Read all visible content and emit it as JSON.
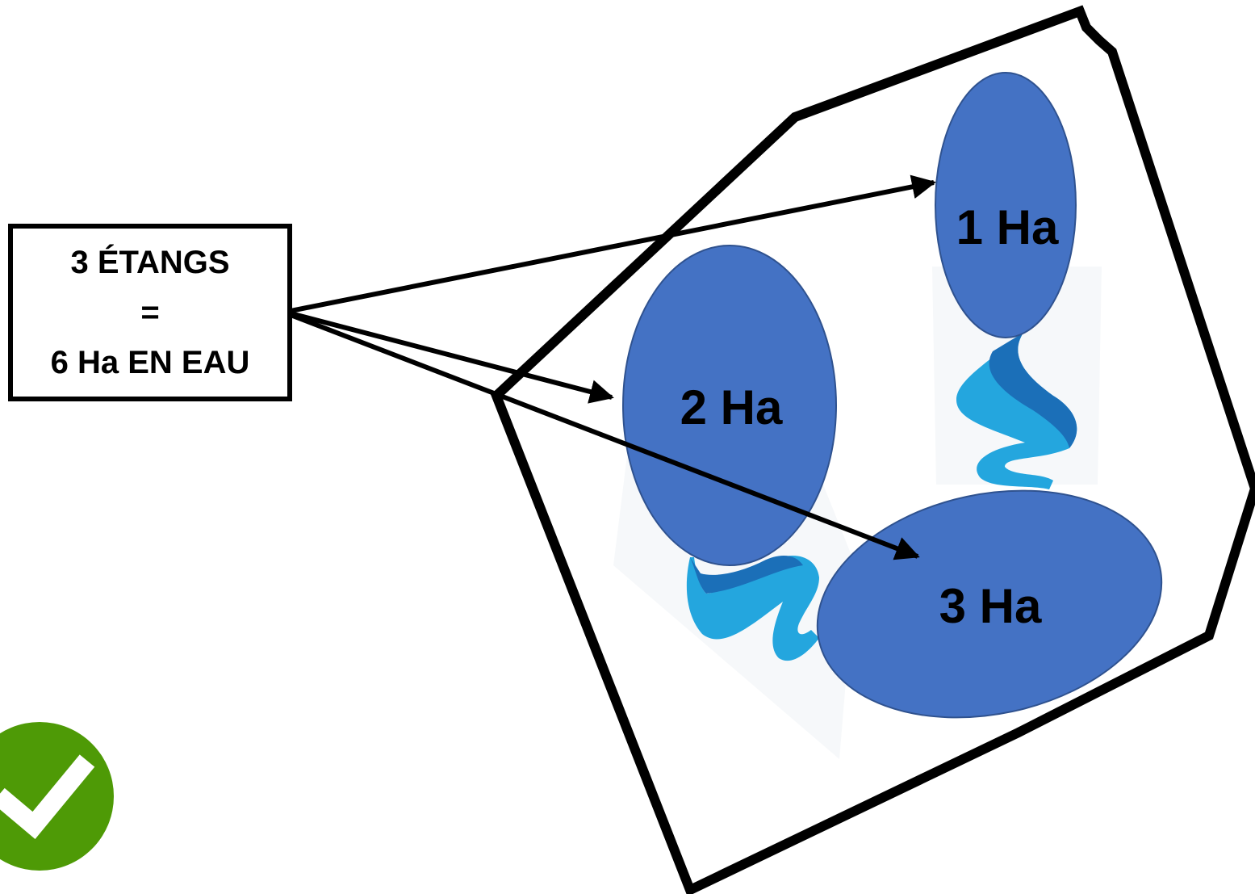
{
  "summary": {
    "line1": "3 ÉTANGS",
    "line2": "=",
    "line3": "6 Ha EN EAU"
  },
  "ponds": [
    {
      "label": "1 Ha"
    },
    {
      "label": "2 Ha"
    },
    {
      "label": "3 Ha"
    }
  ],
  "colors": {
    "pond_fill": "#4472C4",
    "pond_stroke": "#2F528F",
    "stream_light": "#24A6DE",
    "stream_dark": "#1B6FB8",
    "outline": "#000000",
    "check_green": "#4E9A06"
  },
  "icons": {
    "check": "check-circle-icon"
  }
}
